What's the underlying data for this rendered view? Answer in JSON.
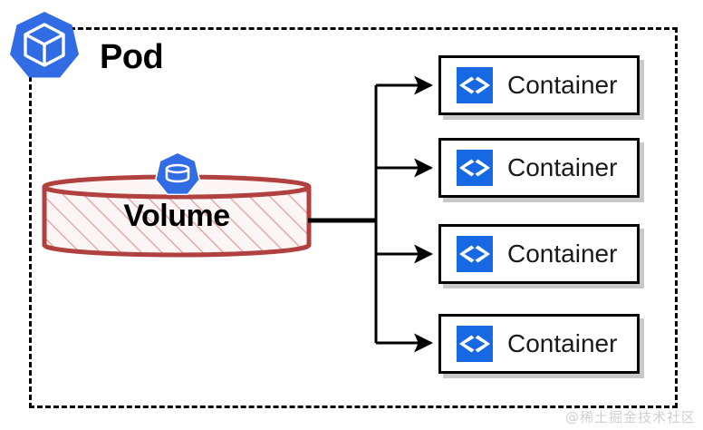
{
  "diagram": {
    "title": "Pod",
    "pod_icon": "kubernetes-pod-icon",
    "boundary_style": "dashed"
  },
  "volume": {
    "label": "Volume",
    "icon": "kubernetes-volume-icon",
    "outline_color": "#B0413E",
    "hatch_color": "#E8A9A6",
    "fill_color": "#FBF6F5"
  },
  "containers": [
    {
      "label": "Container",
      "icon": "code-brackets-icon"
    },
    {
      "label": "Container",
      "icon": "code-brackets-icon"
    },
    {
      "label": "Container",
      "icon": "code-brackets-icon"
    },
    {
      "label": "Container",
      "icon": "code-brackets-icon"
    }
  ],
  "colors": {
    "kubernetes_blue": "#326CE5",
    "container_icon_blue": "#1668E3",
    "line_black": "#000000",
    "shadow_gray": "#BEBEBE",
    "watermark_gray": "#CFCFCF"
  },
  "watermark": {
    "text": "@稀土掘金技术社区"
  }
}
